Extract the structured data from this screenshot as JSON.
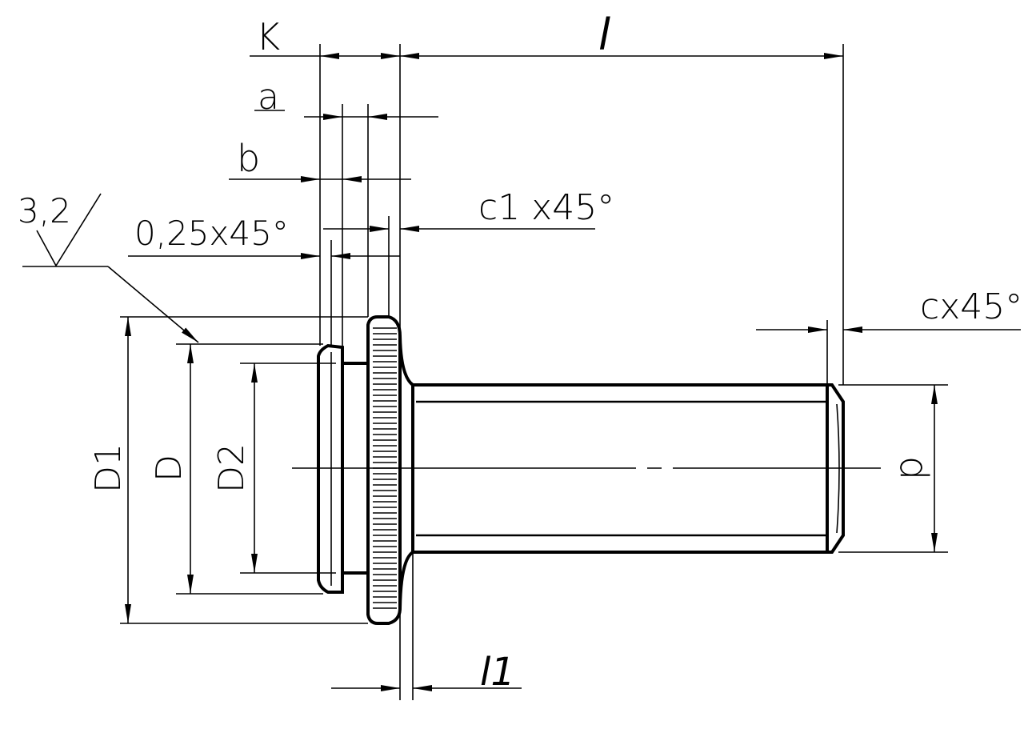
{
  "labels": {
    "k": "K",
    "l": "l",
    "a": "a",
    "b": "b",
    "c1": "c1 x45°",
    "chamfer": "0,25x45°",
    "roughness": "3,2",
    "cx": "cx45°",
    "D1": "D1",
    "D": "D",
    "D2": "D2",
    "d": "d",
    "l1": "l1"
  },
  "colors": {
    "line": "#000000",
    "background": "#ffffff"
  }
}
